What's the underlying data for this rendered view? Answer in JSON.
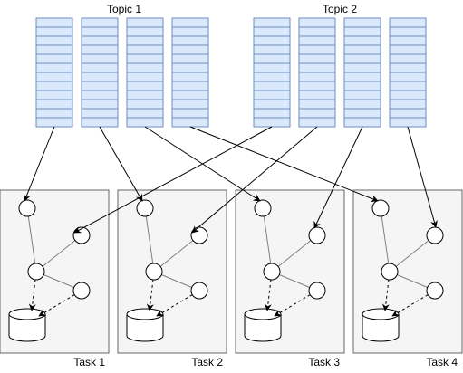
{
  "colors": {
    "partition_fill": "#dae8fc",
    "partition_stroke": "#6c8ebf",
    "task_fill": "#f5f5f5",
    "task_stroke": "#666666",
    "edge": "#000000",
    "tree_edge": "#808080"
  },
  "topics": [
    {
      "label": "Topic 1",
      "partitions": 4
    },
    {
      "label": "Topic 2",
      "partitions": 4
    }
  ],
  "tasks": [
    {
      "label": "Task 1"
    },
    {
      "label": "Task 2"
    },
    {
      "label": "Task 3"
    },
    {
      "label": "Task 4"
    }
  ],
  "assignments": [
    {
      "from": "Topic 1 partition 1",
      "to": "Task 1 top node"
    },
    {
      "from": "Topic 1 partition 2",
      "to": "Task 2 top node"
    },
    {
      "from": "Topic 1 partition 3",
      "to": "Task 3 top node"
    },
    {
      "from": "Topic 1 partition 4",
      "to": "Task 4 top node"
    },
    {
      "from": "Topic 2 partition 1",
      "to": "Task 1 right node"
    },
    {
      "from": "Topic 2 partition 2",
      "to": "Task 2 right node"
    },
    {
      "from": "Topic 2 partition 3",
      "to": "Task 3 right node"
    },
    {
      "from": "Topic 2 partition 4",
      "to": "Task 4 right node"
    }
  ],
  "icons": {
    "partition": "partition-log-icon",
    "node": "operator-node-icon",
    "store": "state-store-icon"
  }
}
